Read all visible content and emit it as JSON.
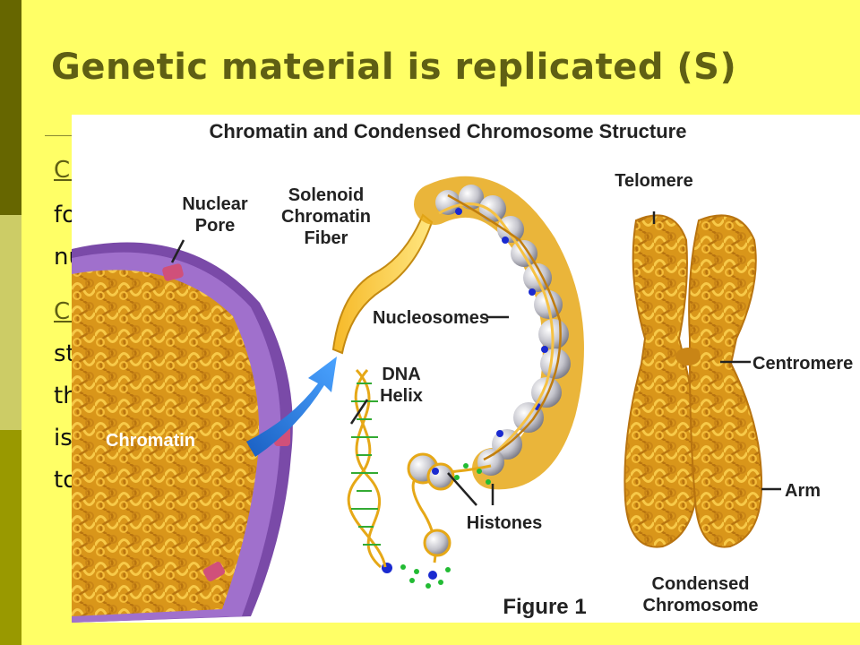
{
  "slide": {
    "title": "Genetic material is replicated (S)",
    "body_fragments": [
      {
        "text": "Ch",
        "underline": true
      },
      {
        "text": "fo",
        "underline": false
      },
      {
        "text": "nu",
        "underline": false
      },
      {
        "text": "Ch",
        "underline": true
      },
      {
        "text": "st",
        "underline": false
      },
      {
        "text": "th",
        "underline": false
      },
      {
        "text": "is",
        "underline": false
      },
      {
        "text": "to",
        "underline": false
      }
    ]
  },
  "figure": {
    "title": "Chromatin and Condensed Chromosome Structure",
    "caption": "Figure 1",
    "labels": {
      "nuclear_pore_1": "Nuclear",
      "nuclear_pore_2": "Pore",
      "solenoid_1": "Solenoid",
      "solenoid_2": "Chromatin",
      "solenoid_3": "Fiber",
      "nucleosomes": "Nucleosomes",
      "dna_1": "DNA",
      "dna_2": "Helix",
      "chromatin": "Chromatin",
      "histones": "Histones",
      "telomere": "Telomere",
      "centromere": "Centromere",
      "arm": "Arm",
      "condensed_1": "Condensed",
      "condensed_2": "Chromosome"
    }
  },
  "colors": {
    "slide_bg": "#ffff66",
    "title": "#5f5f14",
    "chromatin": "#e6a817",
    "nucleus_membrane": "#8a55b8",
    "arrow": "#2277dd",
    "histone": "#c8c8d0",
    "dna_green": "#33aa33"
  }
}
